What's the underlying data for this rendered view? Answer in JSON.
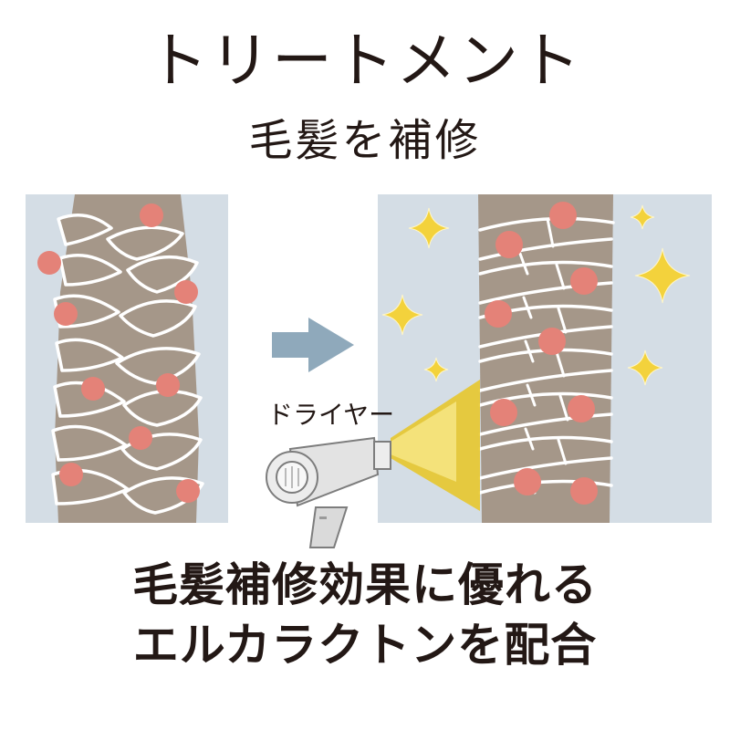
{
  "header": {
    "title": "トリートメント",
    "subtitle": "毛髪を補修"
  },
  "illustration": {
    "dryer_label": "ドライヤー",
    "icons": [
      "damaged-hair-panel",
      "arrow-right-icon",
      "repaired-hair-panel",
      "sparkle-icon",
      "hair-dryer-icon"
    ],
    "colors": {
      "panel_bg": "#d4dde5",
      "hair": "#a59789",
      "dot": "#e48278",
      "arrow": "#8fa9bb",
      "sparkle": "#f3d23c",
      "dryer": "#e3e3e3",
      "airflow": "#e7c62c"
    }
  },
  "caption": {
    "line1": "毛髪補修効果に優れる",
    "line2": "エルカラクトンを配合"
  }
}
